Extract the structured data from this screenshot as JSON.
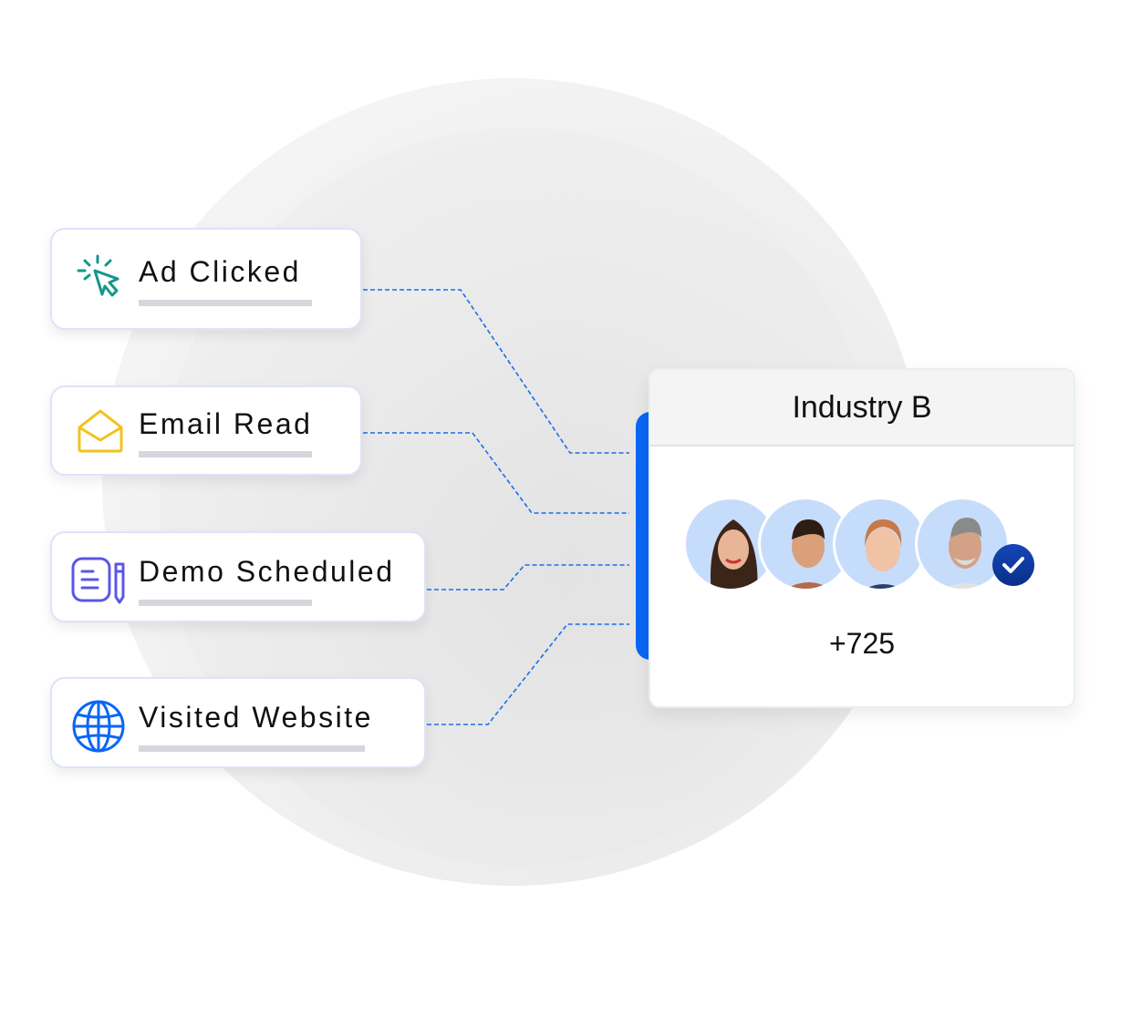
{
  "events": [
    {
      "label": "Ad Clicked",
      "icon": "cursor-click-icon",
      "color": "#14968c"
    },
    {
      "label": "Email Read",
      "icon": "envelope-open-icon",
      "color": "#f2c21b"
    },
    {
      "label": "Demo Scheduled",
      "icon": "document-pencil-icon",
      "color": "#5a57e6"
    },
    {
      "label": "Visited Website",
      "icon": "globe-icon",
      "color": "#0a66f5"
    }
  ],
  "segment": {
    "title": "Industry B",
    "count": "+725",
    "avatars": [
      "woman-avatar",
      "man-avatar",
      "older-woman-avatar",
      "older-man-avatar"
    ],
    "verified_icon": "check-badge-icon"
  },
  "colors": {
    "accent": "#0a66f5",
    "line": "#1a6cf0",
    "avatar_bg": "#c6dcfb"
  }
}
